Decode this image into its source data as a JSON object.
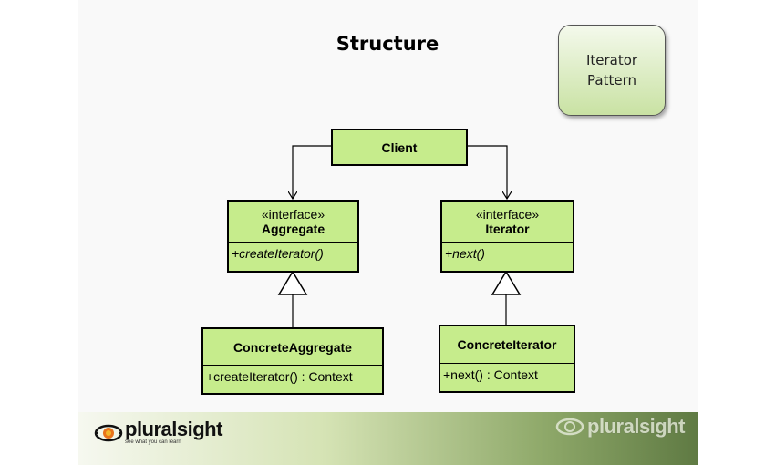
{
  "slide": {
    "title": "Structure",
    "badge": {
      "line1": "Iterator",
      "line2": "Pattern"
    }
  },
  "diagram": {
    "client": {
      "name": "Client"
    },
    "aggregate": {
      "stereotype": "«interface»",
      "name": "Aggregate",
      "method": "+createIterator()"
    },
    "iterator": {
      "stereotype": "«interface»",
      "name": "Iterator",
      "method": "+next()"
    },
    "concrete_aggregate": {
      "name": "ConcreteAggregate",
      "method": "+createIterator() : Context"
    },
    "concrete_iterator": {
      "name": "ConcreteIterator",
      "method": "+next() : Context"
    }
  },
  "footer": {
    "brand": "pluralsight",
    "tagline": "see what you can learn"
  },
  "colors": {
    "box_fill": "#c6ec8c",
    "badge_fill": "#dcedc4"
  }
}
